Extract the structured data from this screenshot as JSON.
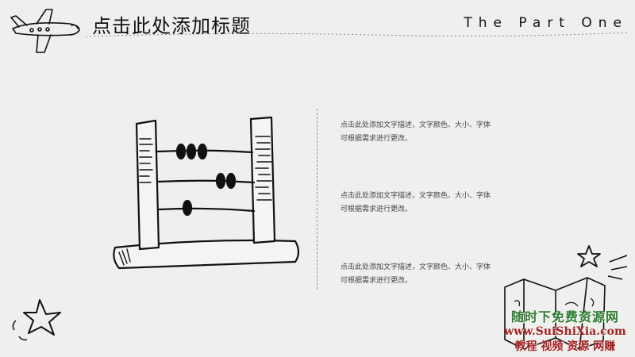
{
  "slide": {
    "title": "点击此处添加标题",
    "part_label": "The Part One"
  },
  "text_blocks": [
    {
      "line1": "点击此处添加文字描述，文字颜色、大小、字体",
      "line2": "可根据需求进行更改。"
    },
    {
      "line1": "点击此处添加文字描述，文字颜色、大小、字体",
      "line2": "可根据需求进行更改。"
    },
    {
      "line1": "点击此处添加文字描述，文字颜色、大小、字体",
      "line2": "可根据需求进行更改。"
    }
  ],
  "watermark": {
    "line1": "随时下免费资源网",
    "line2": "www.SuiShiXia.com",
    "line3": "教程 视频 资源 网赚"
  },
  "colors": {
    "background": "#efefee",
    "ink": "#111111",
    "watermark_green": "#2f7d2f",
    "watermark_red": "#a31f1f"
  },
  "icons": [
    "airplane-icon",
    "abacus-illustration",
    "star-icon",
    "map-icon"
  ]
}
